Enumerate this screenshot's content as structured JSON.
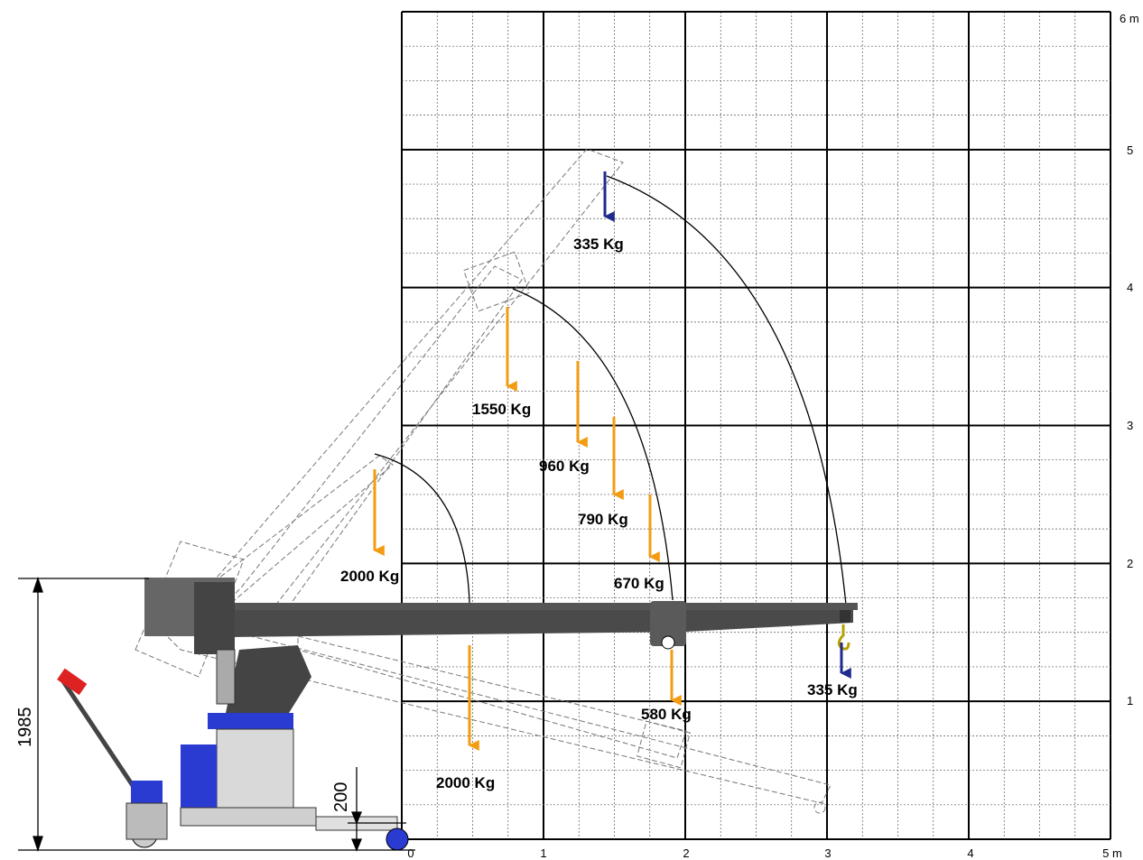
{
  "axes": {
    "x_ticks": [
      "0",
      "1",
      "2",
      "3",
      "4",
      "5 m"
    ],
    "y_ticks": [
      "1",
      "2",
      "3",
      "4",
      "5",
      "6 m"
    ]
  },
  "dimensions": {
    "overall_height": "1985",
    "ground_clearance": "200"
  },
  "loads": {
    "tip_top": "335 Kg",
    "mid_top": "1550 Kg",
    "level_a": "960 Kg",
    "level_b": "790 Kg",
    "level_c": "670 Kg",
    "short_boom": "2000 Kg",
    "tip_horizontal": "335 Kg",
    "lower_mid": "580 Kg",
    "lower_short": "2000 Kg"
  },
  "colors": {
    "grid_major": "#000000",
    "grid_minor": "#555555",
    "load_arrow_orange": "#f39c12",
    "load_arrow_blue": "#1f2a8c",
    "machine_blue": "#2a3bd1",
    "boom_dark": "#4a4a4a"
  }
}
